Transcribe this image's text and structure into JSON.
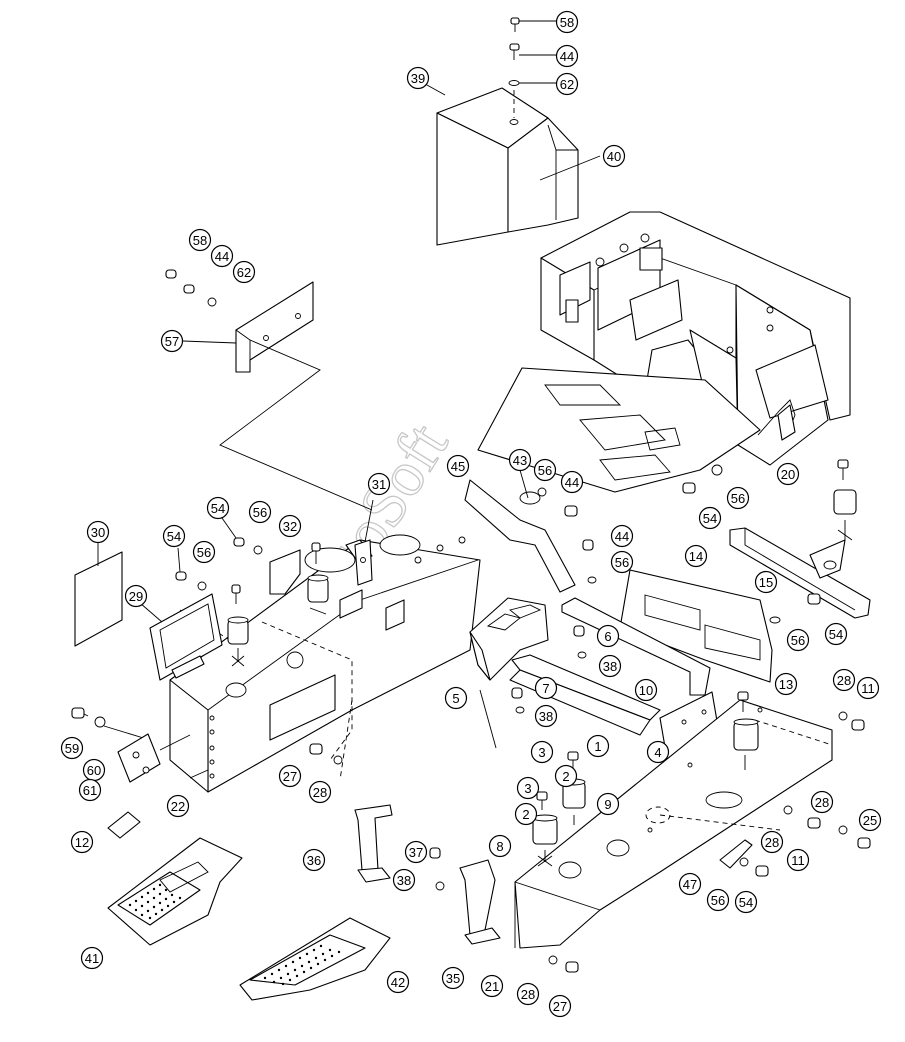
{
  "watermark": "AutoSoft",
  "callouts": [
    {
      "id": "c58a",
      "label": "58"
    },
    {
      "id": "c44a",
      "label": "44"
    },
    {
      "id": "c62a",
      "label": "62"
    },
    {
      "id": "c39",
      "label": "39"
    },
    {
      "id": "c40",
      "label": "40"
    },
    {
      "id": "c58b",
      "label": "58"
    },
    {
      "id": "c44b",
      "label": "44"
    },
    {
      "id": "c62b",
      "label": "62"
    },
    {
      "id": "c57",
      "label": "57"
    },
    {
      "id": "c31",
      "label": "31"
    },
    {
      "id": "c45",
      "label": "45"
    },
    {
      "id": "c43",
      "label": "43"
    },
    {
      "id": "c56a",
      "label": "56"
    },
    {
      "id": "c44c",
      "label": "44"
    },
    {
      "id": "c20",
      "label": "20"
    },
    {
      "id": "c56b",
      "label": "56"
    },
    {
      "id": "c54a",
      "label": "54"
    },
    {
      "id": "c30",
      "label": "30"
    },
    {
      "id": "c54b",
      "label": "54"
    },
    {
      "id": "c56c",
      "label": "56"
    },
    {
      "id": "c32",
      "label": "32"
    },
    {
      "id": "c54c",
      "label": "54"
    },
    {
      "id": "c56d",
      "label": "56"
    },
    {
      "id": "c29",
      "label": "29"
    },
    {
      "id": "c44d",
      "label": "44"
    },
    {
      "id": "c56e",
      "label": "56"
    },
    {
      "id": "c14",
      "label": "14"
    },
    {
      "id": "c15",
      "label": "15"
    },
    {
      "id": "c54d",
      "label": "54"
    },
    {
      "id": "c6",
      "label": "6"
    },
    {
      "id": "c56f",
      "label": "56"
    },
    {
      "id": "c38a",
      "label": "38"
    },
    {
      "id": "c5",
      "label": "5"
    },
    {
      "id": "c10",
      "label": "10"
    },
    {
      "id": "c13",
      "label": "13"
    },
    {
      "id": "c7",
      "label": "7"
    },
    {
      "id": "c38b",
      "label": "38"
    },
    {
      "id": "c28a",
      "label": "28"
    },
    {
      "id": "c11a",
      "label": "11"
    },
    {
      "id": "c59",
      "label": "59"
    },
    {
      "id": "c60",
      "label": "60"
    },
    {
      "id": "c61",
      "label": "61"
    },
    {
      "id": "c1",
      "label": "1"
    },
    {
      "id": "c4",
      "label": "4"
    },
    {
      "id": "c22",
      "label": "22"
    },
    {
      "id": "c27a",
      "label": "27"
    },
    {
      "id": "c28b",
      "label": "28"
    },
    {
      "id": "c3a",
      "label": "3"
    },
    {
      "id": "c2a",
      "label": "2"
    },
    {
      "id": "c3b",
      "label": "3"
    },
    {
      "id": "c9",
      "label": "9"
    },
    {
      "id": "c28c",
      "label": "28"
    },
    {
      "id": "c25",
      "label": "25"
    },
    {
      "id": "c12",
      "label": "12"
    },
    {
      "id": "c2b",
      "label": "2"
    },
    {
      "id": "c28d",
      "label": "28"
    },
    {
      "id": "c11b",
      "label": "11"
    },
    {
      "id": "c36",
      "label": "36"
    },
    {
      "id": "c37",
      "label": "37"
    },
    {
      "id": "c8",
      "label": "8"
    },
    {
      "id": "c38c",
      "label": "38"
    },
    {
      "id": "c47",
      "label": "47"
    },
    {
      "id": "c56g",
      "label": "56"
    },
    {
      "id": "c54e",
      "label": "54"
    },
    {
      "id": "c41",
      "label": "41"
    },
    {
      "id": "c35",
      "label": "35"
    },
    {
      "id": "c21",
      "label": "21"
    },
    {
      "id": "c42",
      "label": "42"
    },
    {
      "id": "c28e",
      "label": "28"
    },
    {
      "id": "c27b",
      "label": "27"
    }
  ]
}
